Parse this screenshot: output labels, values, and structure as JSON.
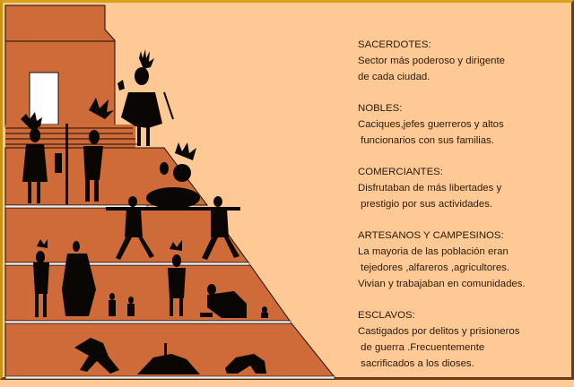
{
  "colors": {
    "background": "#ffc996",
    "pyramid": "#cf6b38",
    "outline": "#1a0d05",
    "silhouette": "#0a0603",
    "door": "#ffffff",
    "border_top": "#d9a21a",
    "border_bottom": "#6b3a12",
    "text": "#2a1a0a"
  },
  "pyramid": {
    "levels": [
      "sacerdotes",
      "nobles",
      "comerciantes",
      "artesanos-y-campesinos",
      "esclavos"
    ]
  },
  "legend": {
    "sections": [
      {
        "title": "SACERDOTES:",
        "lines": [
          "Sector más poderoso y dirigente",
          "de cada ciudad."
        ]
      },
      {
        "title": "NOBLES:",
        "lines": [
          "Caciques,jefes guerreros y altos",
          " funcionarios con sus familias."
        ]
      },
      {
        "title": "COMERCIANTES:",
        "lines": [
          "Disfrutaban de más libertades y",
          " prestigio por sus actividades."
        ]
      },
      {
        "title": "ARTESANOS Y CAMPESINOS:",
        "lines": [
          "La mayoria de las población eran",
          " tejedores ,alfareros ,agricultores.",
          "Vivian y trabajaban en comunidades."
        ]
      },
      {
        "title": "ESCLAVOS:",
        "lines": [
          "Castigados por delitos y prisioneros",
          " de guerra .Frecuentemente",
          " sacrificados a los dioses."
        ]
      }
    ]
  }
}
